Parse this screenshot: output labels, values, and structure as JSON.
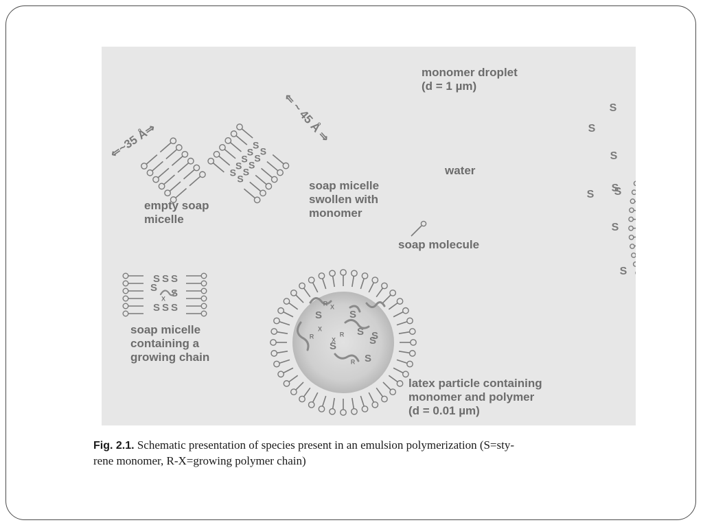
{
  "figure": {
    "labels": {
      "monomer_droplet": "monomer droplet\n(d = 1 µm)",
      "water": "water",
      "empty_micelle": "empty soap\nmicelle",
      "swollen_micelle": "soap micelle\nswollen with\nmonomer",
      "soap_molecule": "soap molecule",
      "growing_chain_micelle": "soap micelle\ncontaining a\ngrowing chain",
      "latex_particle": "latex particle containing\nmonomer and polymer\n(d = 0.01 µm)",
      "dim_35": "⇐~35 Å⇒",
      "dim_45": "⇐ ~ 45 Å ⇒"
    },
    "monomer_symbol": "S",
    "chain_symbol": "R",
    "chain_end_symbol": "X"
  },
  "caption": {
    "label": "Fig. 2.1.",
    "line1": " Schematic presentation of species present in an emulsion polymerization (S=sty-",
    "line2": "rene monomer, R-X=growing polymer chain)"
  }
}
